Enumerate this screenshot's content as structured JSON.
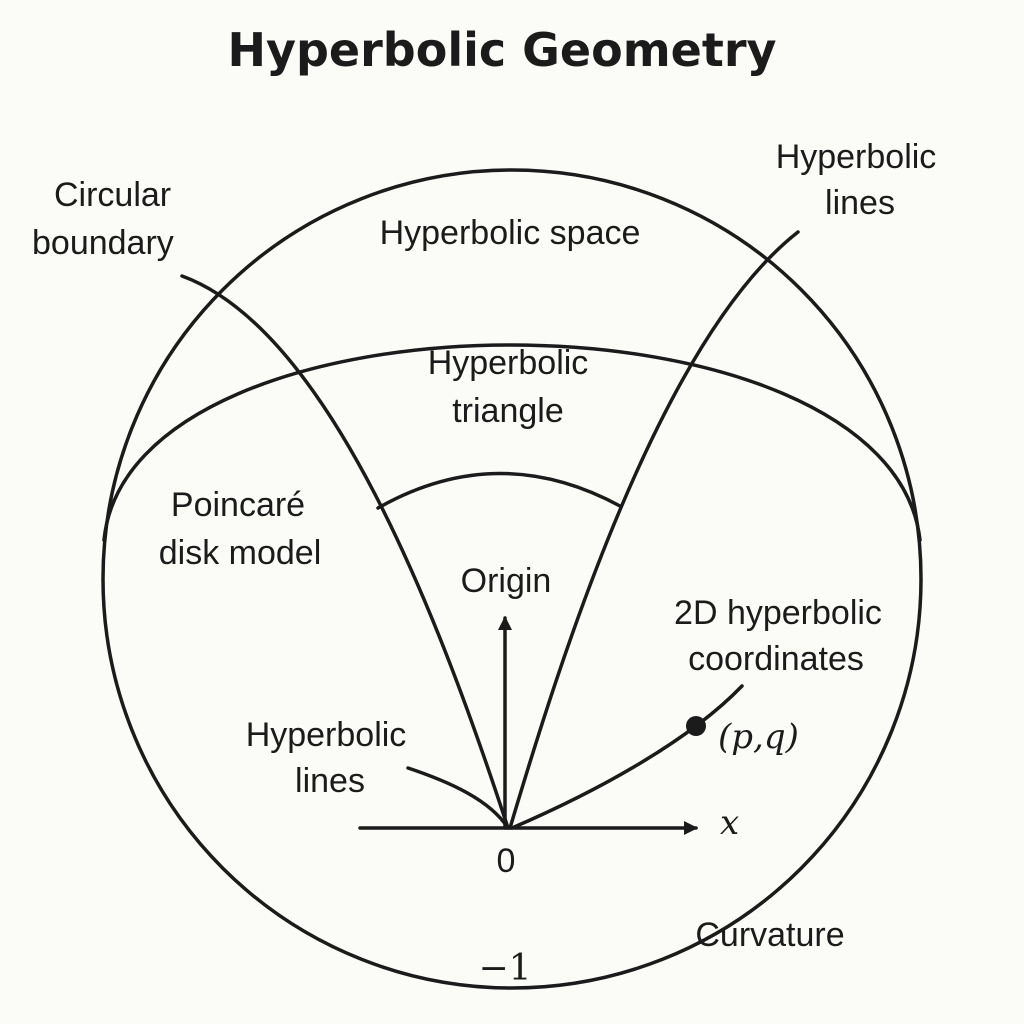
{
  "title": "Hyperbolic Geometry",
  "labels": {
    "circular_boundary": [
      "Circular",
      "boundary"
    ],
    "hyperbolic_lines_top": [
      "Hyperbolic",
      "lines"
    ],
    "hyperbolic_space": "Hyperbolic space",
    "hyperbolic_triangle": [
      "Hyperbolic",
      "triangle"
    ],
    "poincare_disk_model": [
      "Poincaré",
      "disk model"
    ],
    "origin": "Origin",
    "coordinates_caption": [
      "2D hyperbolic",
      "coordinates"
    ],
    "point_label": "(p,q)",
    "hyperbolic_lines_bottom": [
      "Hyperbolic",
      "lines"
    ],
    "x_axis": "x",
    "zero": "0",
    "curvature": "Curvature",
    "curvature_value": "−1"
  },
  "colors": {
    "ink": "#1b1b1b",
    "background": "#fbfbf8"
  }
}
